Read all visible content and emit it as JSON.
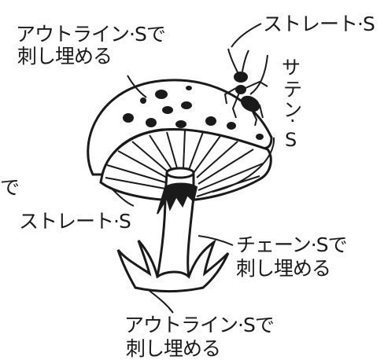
{
  "labels": {
    "cap_top_line1": "アウトライン·Sで",
    "cap_top_line2": "刺し埋める",
    "antenna": "ストレート·S",
    "satin_v1": "サ",
    "satin_v2": "テ",
    "satin_v3": "ン",
    "satin_v4": "·",
    "satin_v5": "S",
    "left_fragment": "で",
    "gills": "ストレート·S",
    "stem_line1": "チェーン·Sで",
    "stem_line2": "刺し埋める",
    "grass_line1": "アウトライン·Sで",
    "grass_line2": "刺し埋める"
  },
  "colors": {
    "ink": "#1a1a1a",
    "paper": "#ffffff"
  }
}
